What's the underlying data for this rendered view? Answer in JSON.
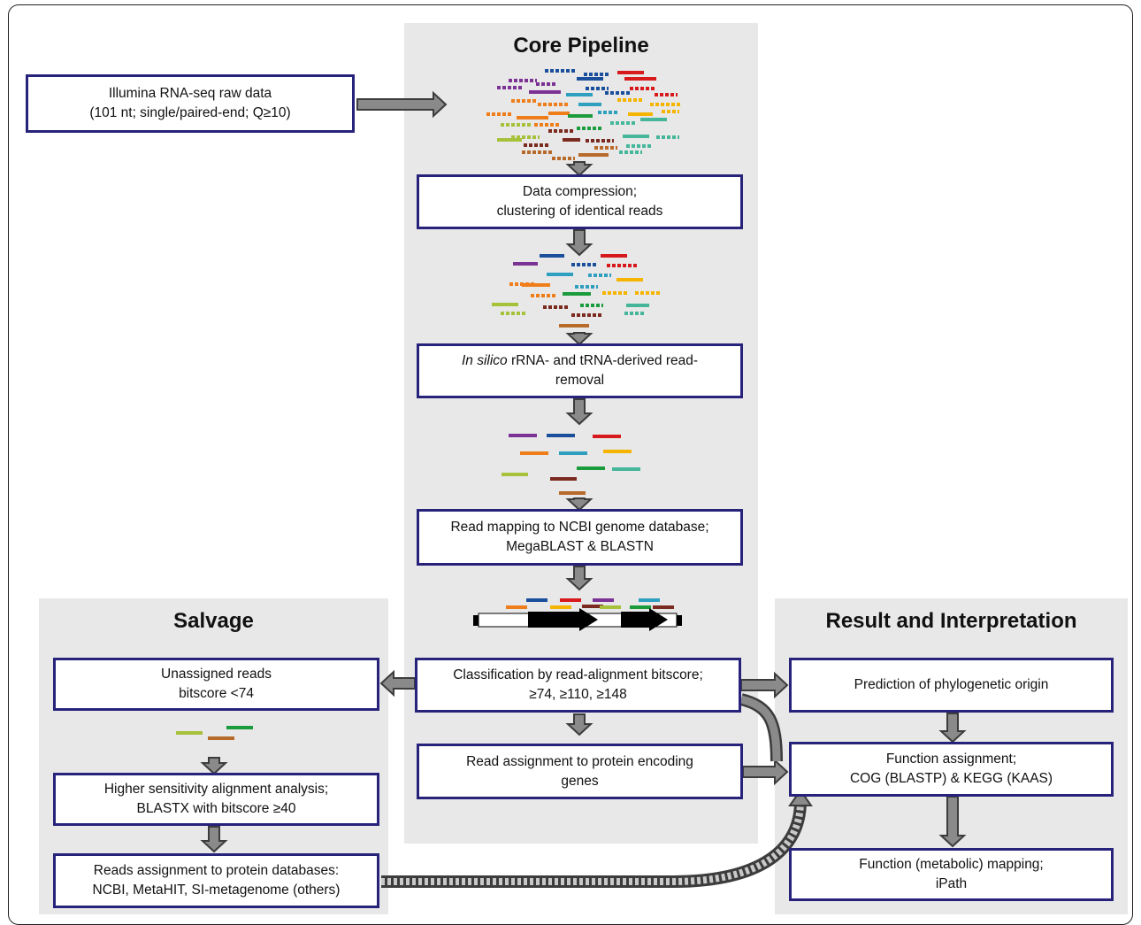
{
  "panels": {
    "core": {
      "title": "Core Pipeline"
    },
    "salvage": {
      "title": "Salvage"
    },
    "result": {
      "title": "Result and Interpretation"
    }
  },
  "boxes": {
    "input": {
      "line1": "Illumina RNA-seq raw data",
      "line2": "(101 nt; single/paired-end; Q≥10)"
    },
    "compress": {
      "line1": "Data compression;",
      "line2": "clustering of identical reads"
    },
    "rrna": {
      "italic": "In silico",
      "rest": " rRNA- and tRNA-derived read-",
      "line2": "removal"
    },
    "mapping": {
      "line1": "Read mapping to NCBI genome database;",
      "line2": "MegaBLAST & BLASTN"
    },
    "classify": {
      "line1": "Classification by read-alignment bitscore;",
      "line2": "≥74,  ≥110,  ≥148"
    },
    "protein": {
      "line1": "Read assignment to protein encoding",
      "line2": "genes"
    },
    "unassigned": {
      "line1": "Unassigned reads",
      "line2": "bitscore  <74"
    },
    "blastx": {
      "line1": "Higher sensitivity alignment analysis;",
      "line2": "BLASTX with bitscore  ≥40"
    },
    "protdb": {
      "line1": "Reads assignment to protein databases:",
      "line2": "NCBI, MetaHIT, SI-metagenome (others)"
    },
    "phylo": {
      "line1": "Prediction of phylogenetic origin"
    },
    "func": {
      "line1": "Function assignment;",
      "line2": "COG (BLASTP) & KEGG (KAAS)"
    },
    "ipath": {
      "line1": "Function (metabolic) mapping;",
      "line2": "iPath"
    }
  },
  "colors": {
    "box_border": "#27237a",
    "panel_bg": "#e8e8e8",
    "arrow_fill": "#8a8a8a",
    "arrow_stroke": "#3c3c3c",
    "reads": [
      "#1a4f9c",
      "#d7191c",
      "#7b3294",
      "#ef7d1a",
      "#2e9fbf",
      "#f5b400",
      "#1a9b3c",
      "#45b69a",
      "#a6c13a",
      "#7b2a1f",
      "#b86a2a"
    ]
  }
}
